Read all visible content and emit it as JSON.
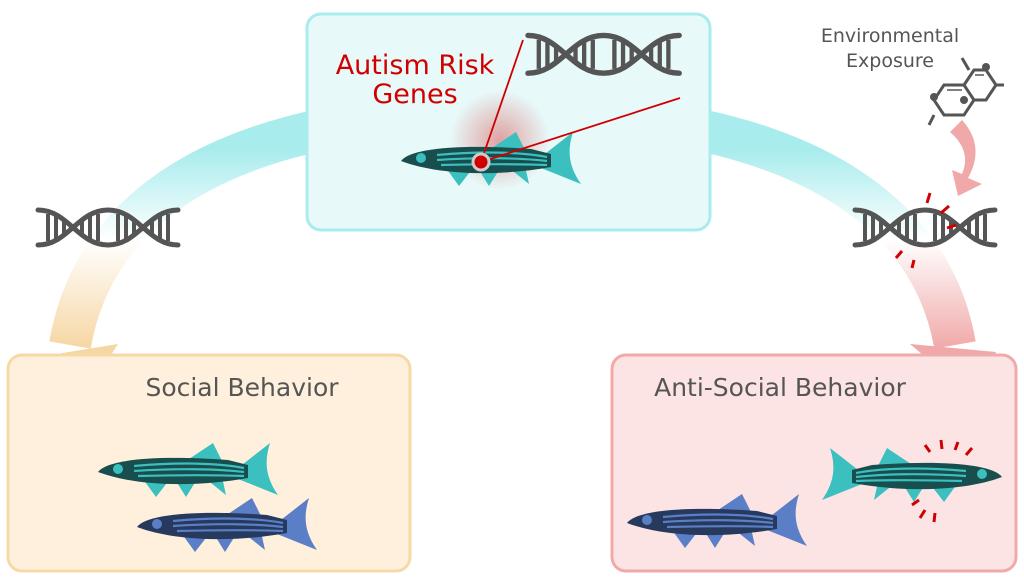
{
  "top_box": {
    "label_line1": "Autism Risk",
    "label_line2": "Genes"
  },
  "environment": {
    "label_line1": "Environmental",
    "label_line2": "Exposure"
  },
  "left_box": {
    "title": "Social Behavior"
  },
  "right_box": {
    "title": "Anti-Social Behavior"
  },
  "colors": {
    "teal_box_bg": "#e8f9f9",
    "teal_box_border": "#a9eced",
    "orange_box_bg": "#fef0dc",
    "orange_box_border": "#f7d9a6",
    "pink_box_bg": "#fde4e4",
    "pink_box_border": "#f0aaaa",
    "gene_red": "#d00000",
    "dna_gray": "#555555",
    "fish_dark": "#184e4e",
    "fish_fin": "#3bbfbf",
    "fish_blue": "#273a5e",
    "fish_blue_fin": "#5b7fc6"
  }
}
